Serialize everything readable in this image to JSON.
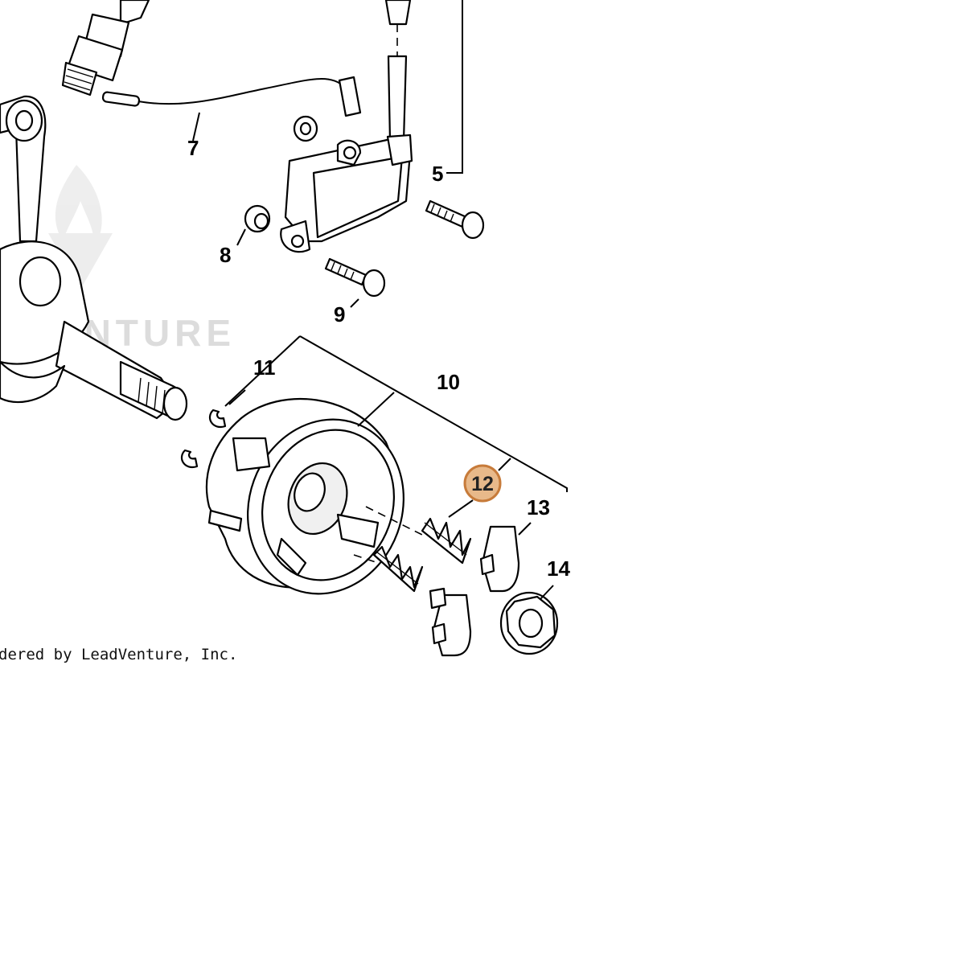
{
  "watermark": {
    "text": "DVENTURE"
  },
  "credit": {
    "text": "dered by LeadVenture, Inc."
  },
  "callouts": [
    {
      "id": "7",
      "label": "7"
    },
    {
      "id": "5",
      "label": "5"
    },
    {
      "id": "8",
      "label": "8"
    },
    {
      "id": "9",
      "label": "9"
    },
    {
      "id": "11",
      "label": "11"
    },
    {
      "id": "10",
      "label": "10"
    },
    {
      "id": "12",
      "label": "12",
      "highlighted": true
    },
    {
      "id": "13",
      "label": "13"
    },
    {
      "id": "14",
      "label": "14"
    }
  ],
  "colors": {
    "highlight_fill": "#e8b98a",
    "highlight_stroke": "#c77b3a",
    "watermark": "#dcdcdc"
  }
}
